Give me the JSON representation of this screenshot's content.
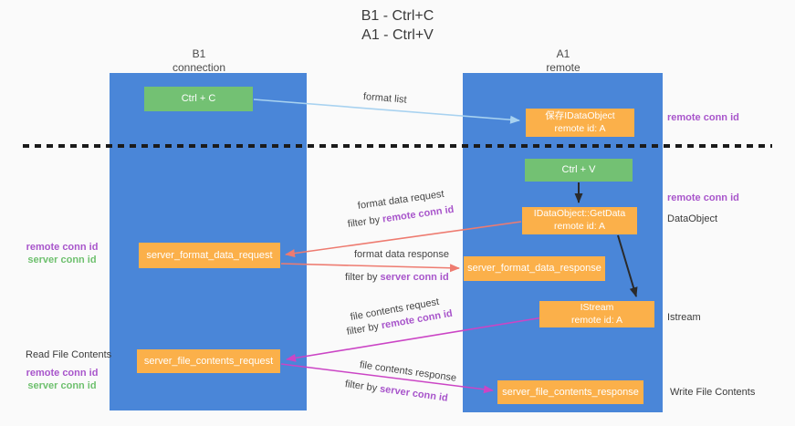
{
  "title": {
    "line1": "B1 - Ctrl+C",
    "line2": "A1 - Ctrl+V"
  },
  "columns": {
    "left": {
      "name": "B1",
      "role": "connection"
    },
    "right": {
      "name": "A1",
      "role": "remote"
    }
  },
  "boxes": {
    "ctrl_c": {
      "label": "Ctrl + C"
    },
    "saved_dataobject": {
      "line1": "保存IDataObject",
      "line2": "remote id: A"
    },
    "ctrl_v": {
      "label": "Ctrl + V"
    },
    "getdata": {
      "line1": "IDataObject::GetData",
      "line2": "remote id: A"
    },
    "server_format_data_request": {
      "label": "server_format_data_request"
    },
    "server_format_data_response": {
      "label": "server_format_data_response"
    },
    "istream": {
      "line1": "IStream",
      "line2": "remote id: A"
    },
    "server_file_contents_request": {
      "label": "server_file_contents_request"
    },
    "server_file_contents_response": {
      "label": "server_file_contents_response"
    }
  },
  "arrow_labels": {
    "format_list": "format list",
    "format_data_request": "format data request",
    "format_data_response": "format data response",
    "file_contents_request": "file contents request",
    "file_contents_response": "file contents response",
    "filter_prefix": "filter by ",
    "remote_conn_id": "remote conn id",
    "server_conn_id": "server conn id"
  },
  "side_labels": {
    "right_remote_conn_id_top": "remote conn id",
    "right_remote_conn_id_mid": "remote conn id",
    "dataobject": "DataObject",
    "istream": "Istream",
    "write_file_contents": "Write File Contents",
    "left_remote_conn_id_top": "remote conn id",
    "left_server_conn_id_top": "server conn id",
    "read_file_contents": "Read File Contents",
    "left_remote_conn_id_bottom": "remote conn id",
    "left_server_conn_id_bottom": "server conn id"
  },
  "colors": {
    "column_blue": "#4a86d8",
    "box_green": "#73c173",
    "box_orange": "#fbb04a",
    "arrow_light_blue": "#a8d2f0",
    "arrow_salmon": "#ee7b70",
    "arrow_magenta": "#cb45c5",
    "arrow_black": "#2a2a2a",
    "text_purple": "#a855cb",
    "text_green": "#6ec06e"
  }
}
